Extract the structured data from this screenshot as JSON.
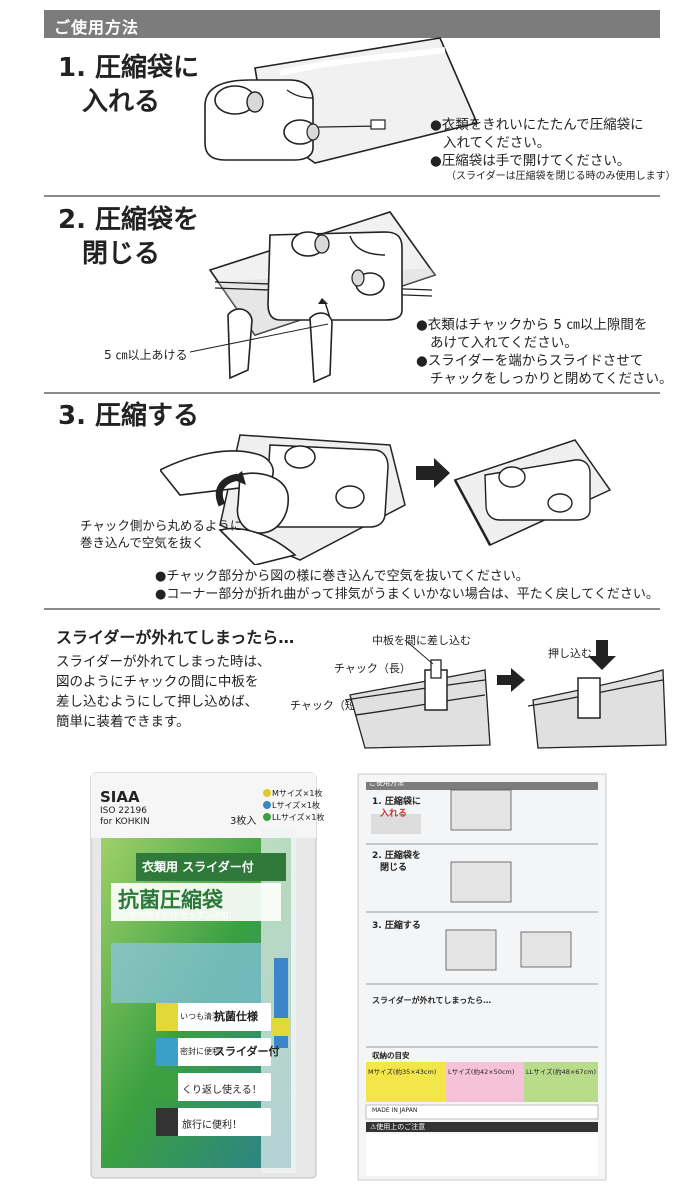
{
  "header": {
    "title": "ご使用方法"
  },
  "step1": {
    "title_line1": "1. 圧縮袋に",
    "title_line2": "入れる",
    "note1_line1": "●衣類をきれいにたたんで圧縮袋に",
    "note1_line2": "入れてください。",
    "note2": "●圧縮袋は手で開けてください。",
    "note3": "（スライダーは圧縮袋を閉じる時のみ使用します）"
  },
  "step2": {
    "title_line1": "2. 圧縮袋を",
    "title_line2": "閉じる",
    "callout": "5 ㎝以上あける",
    "note1_line1": "●衣類はチャックから 5 ㎝以上隙間を",
    "note1_line2": "あけて入れてください。",
    "note2_line1": "●スライダーを端からスライドさせて",
    "note2_line2": "チャックをしっかりと閉めてください。"
  },
  "step3": {
    "title": "3. 圧縮する",
    "callout_line1": "チャック側から丸めるように",
    "callout_line2": "巻き込んで空気を抜く",
    "note1": "●チャック部分から図の様に巻き込んで空気を抜いてください。",
    "note2": "●コーナー部分が折れ曲がって排気がうまくいかない場合は、平たく戻してください。"
  },
  "slider": {
    "title": "スライダーが外れてしまったら…",
    "para_line1": "スライダーが外れてしまった時は、",
    "para_line2": "図のようにチャックの間に中板を",
    "para_line3": "差し込むようにして押し込めば、",
    "para_line4": "簡単に装着できます。",
    "label_insert": "中板を間に差し込む",
    "label_long": "チャック（長）",
    "label_short": "チャック（短）",
    "label_push": "押し込む"
  },
  "package": {
    "siaa": "SIAA",
    "iso": "ISO 22196",
    "for": "for KOHKIN",
    "count": "3枚入",
    "size_m": "Mサイズ×1枚",
    "size_l": "Lサイズ×1枚",
    "size_ll": "LLサイズ×1枚",
    "ribbon": "衣類用 スライダー付",
    "product": "抗菌圧縮袋",
    "sub": "手で押すだけ カンタン圧縮！",
    "feat1_small": "いつも清潔！",
    "feat1": "抗菌仕様",
    "feat2_small": "密封に便利！",
    "feat2": "スライダー付",
    "feat3": "くり返し使える！",
    "feat4": "旅行に便利！"
  },
  "back": {
    "header": "ご使用方法",
    "s1": "1. 圧縮袋に",
    "s1b": "入れる",
    "s2": "2. 圧縮袋を",
    "s2b": "閉じる",
    "s3": "3. 圧縮する",
    "slider": "スライダーが外れてしまったら…",
    "sizes": "収納の目安",
    "m": "Mサイズ(約35×43cm)",
    "l": "Lサイズ(約42×50cm)",
    "ll": "LLサイズ(約48×67cm)",
    "caution": "⚠使用上のご注意",
    "made": "MADE IN JAPAN"
  },
  "colors": {
    "header_bg": "#7c7c7c",
    "package_green": "#4fa83a",
    "package_yellow": "#e2d83a",
    "slider_blue": "#3a86c8"
  }
}
